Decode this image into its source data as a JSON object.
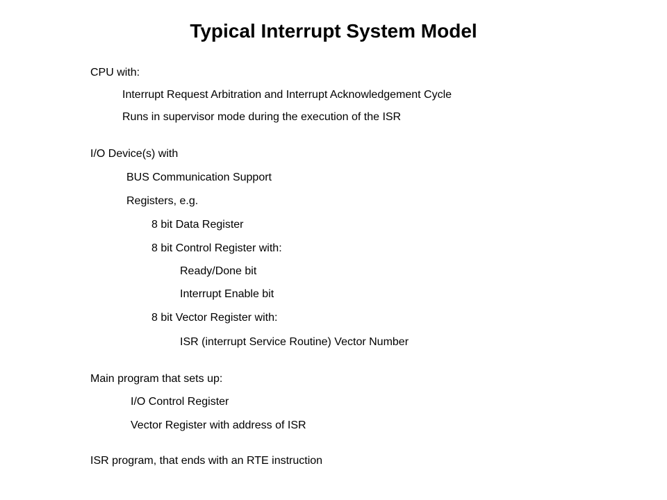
{
  "slide": {
    "title": "Typical Interrupt System Model"
  },
  "cpu": {
    "heading": "CPU with:",
    "items": [
      "Interrupt Request Arbitration and Interrupt Acknowledgement Cycle",
      "Runs in supervisor mode during the execution of the ISR"
    ]
  },
  "io": {
    "heading": "I/O Device(s) with",
    "bus_support": "BUS Communication Support",
    "registers_heading": "Registers, e.g.",
    "data_register": "8 bit Data Register",
    "control_register": "8 bit Control Register with:",
    "control_bits": [
      "Ready/Done bit",
      "Interrupt Enable bit"
    ],
    "vector_register": "8 bit Vector Register with:",
    "vector_item": "ISR (interrupt Service Routine) Vector Number"
  },
  "main_program": {
    "heading": "Main program that sets up:",
    "items": [
      "I/O Control Register",
      "Vector Register with address of ISR"
    ]
  },
  "isr_program": {
    "text": "ISR program, that ends with an RTE instruction"
  }
}
